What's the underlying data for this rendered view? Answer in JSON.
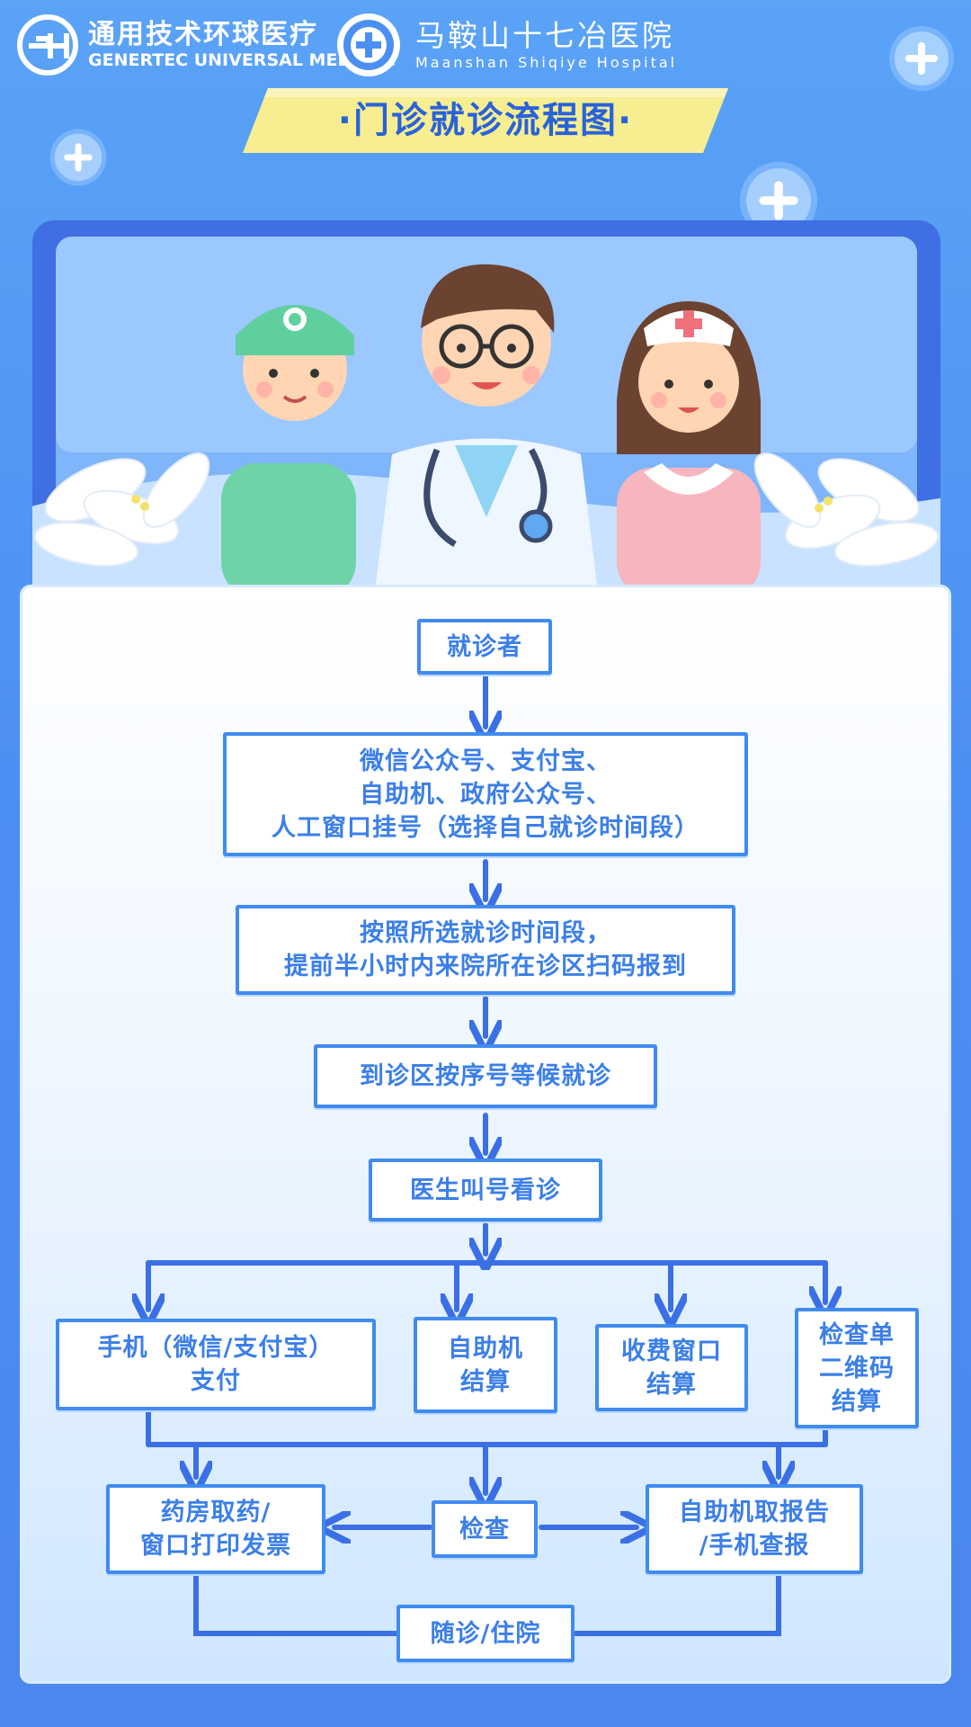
{
  "header": {
    "brand_cn": "通用技术环球医疗",
    "brand_en": "GENERTEC UNIVERSAL MEDICAL",
    "hospital_cn": "马鞍山十七冶医院",
    "hospital_en": "Maanshan Shiqiye Hospital",
    "title": "·门诊就诊流程图·"
  },
  "colors": {
    "background": "#4c8ff2",
    "box_border": "#3f8bf0",
    "box_text": "#3b7fe8",
    "arrow": "#3b6fe6",
    "banner": "#f6ec8a"
  },
  "flow": {
    "patient": "就诊者",
    "register": "微信公众号、支付宝、\n自助机、政府公众号、\n人工窗口挂号（选择自己就诊时间段）",
    "checkin": "按照所选就诊时间段，\n提前半小时内来院所在诊区扫码报到",
    "wait": "到诊区按序号等候就诊",
    "call": "医生叫号看诊",
    "pay_phone": "手机（微信/支付宝）\n支付",
    "pay_kiosk": "自助机\n结算",
    "pay_window": "收费窗口\n结算",
    "pay_qr": "检查单\n二维码\n结算",
    "pharmacy": "药房取药/\n窗口打印发票",
    "exam": "检查",
    "report": "自助机取报告\n/手机查报",
    "followup": "随诊/住院"
  }
}
